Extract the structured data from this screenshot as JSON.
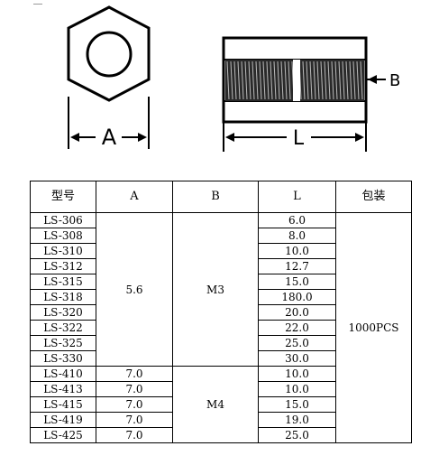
{
  "diagram": {
    "label_a": "A",
    "label_b": "B",
    "label_l": "L"
  },
  "table": {
    "headers": [
      "型号",
      "A",
      "B",
      "L",
      "包装"
    ],
    "rows": [
      {
        "model": "LS-306",
        "l": "6.0"
      },
      {
        "model": "LS-308",
        "l": "8.0"
      },
      {
        "model": "LS-310",
        "l": "10.0"
      },
      {
        "model": "LS-312",
        "l": "12.7"
      },
      {
        "model": "LS-315",
        "l": "15.0"
      },
      {
        "model": "LS-318",
        "l": "180.0"
      },
      {
        "model": "LS-320",
        "l": "20.0"
      },
      {
        "model": "LS-322",
        "l": "22.0"
      },
      {
        "model": "LS-325",
        "l": "25.0"
      },
      {
        "model": "LS-330",
        "l": "30.0"
      },
      {
        "model": "LS-410",
        "a": "7.0",
        "l": "10.0"
      },
      {
        "model": "LS-413",
        "a": "7.0",
        "l": "10.0"
      },
      {
        "model": "LS-415",
        "a": "7.0",
        "l": "15.0"
      },
      {
        "model": "LS-419",
        "a": "7.0",
        "l": "19.0"
      },
      {
        "model": "LS-425",
        "a": "7.0",
        "l": "25.0"
      }
    ],
    "group1_a": "5.6",
    "group1_b": "M3",
    "group2_b": "M4",
    "packaging": "1000PCS"
  }
}
